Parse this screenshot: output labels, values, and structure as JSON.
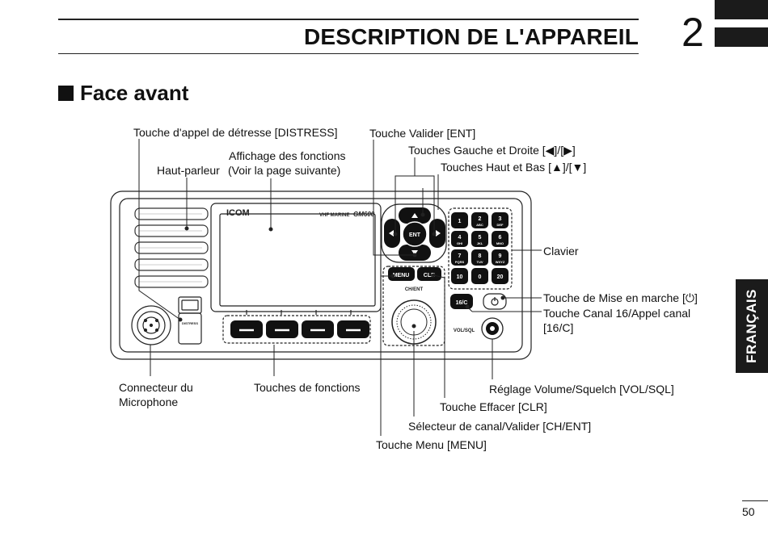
{
  "header": {
    "title": "DESCRIPTION DE L'APPAREIL",
    "chapter_number": "2"
  },
  "section": {
    "title": "Face avant"
  },
  "device": {
    "brand": "ICOM",
    "model_prefix": "VHF MARINE",
    "model": "GM600",
    "keys": {
      "enter": "ENT",
      "menu": "MENU",
      "clear": "CLR",
      "ch_ent": "CH/ENT",
      "ch16": "16/C",
      "vol_sql": "VOL/SQL",
      "distress": "DISTRESS",
      "keypad": [
        {
          "digit": "1",
          "letters": ""
        },
        {
          "digit": "2",
          "letters": "ABC"
        },
        {
          "digit": "3",
          "letters": "DEF"
        },
        {
          "digit": "4",
          "letters": "GHI"
        },
        {
          "digit": "5",
          "letters": "JKL"
        },
        {
          "digit": "6",
          "letters": "MNO"
        },
        {
          "digit": "7",
          "letters": "PQRS"
        },
        {
          "digit": "8",
          "letters": "TUV"
        },
        {
          "digit": "9",
          "letters": "WXYZ"
        },
        {
          "digit": "10",
          "letters": ""
        },
        {
          "digit": "0",
          "letters": ""
        },
        {
          "digit": "20",
          "letters": ""
        }
      ]
    }
  },
  "labels": {
    "distress": "Touche d'appel de détresse [DISTRESS]",
    "function_display_1": "Affichage des fonctions",
    "function_display_2": "(Voir la page suivante)",
    "speaker": "Haut-parleur",
    "enter_key": "Touche Valider [ENT]",
    "left_right": "Touches Gauche et Droite [◀]/[▶]",
    "up_down": "Touches Haut et Bas [▲]/[▼]",
    "keypad": "Clavier",
    "power": "Touche de Mise en marche [⏻]",
    "ch16_1": "Touche Canal 16/Appel canal",
    "ch16_2": "[16/C]",
    "mic_1": "Connecteur du",
    "mic_2": "Microphone",
    "function_keys": "Touches de fonctions",
    "vol_sql": "Réglage Volume/Squelch [VOL/SQL]",
    "clear": "Touche Effacer [CLR]",
    "ch_selector": "Sélecteur de canal/Valider [CH/ENT]",
    "menu": "Touche Menu [MENU]"
  },
  "side_tab": "FRANÇAIS",
  "page_number": "50"
}
